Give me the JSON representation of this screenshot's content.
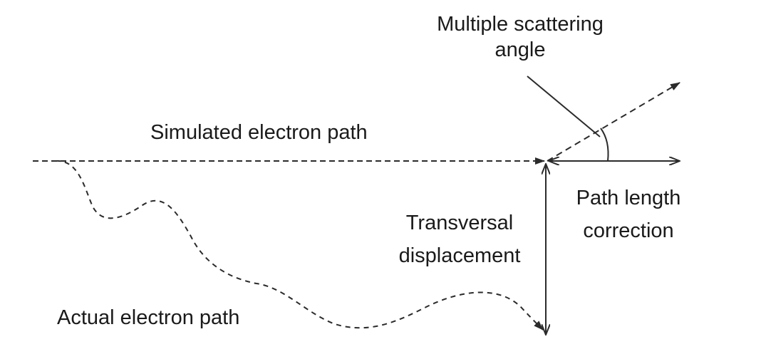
{
  "labels": {
    "scattering_angle_line1": "Multiple scattering",
    "scattering_angle_line2": "angle",
    "simulated_path": "Simulated electron path",
    "path_length_correction_line1": "Path length",
    "path_length_correction_line2": "correction",
    "transversal_displacement_line1": "Transversal",
    "transversal_displacement_line2": "displacement",
    "actual_path": "Actual electron path"
  },
  "colors": {
    "stroke": "#2b2b2b",
    "text": "#1a1a1a",
    "background": "#ffffff"
  }
}
